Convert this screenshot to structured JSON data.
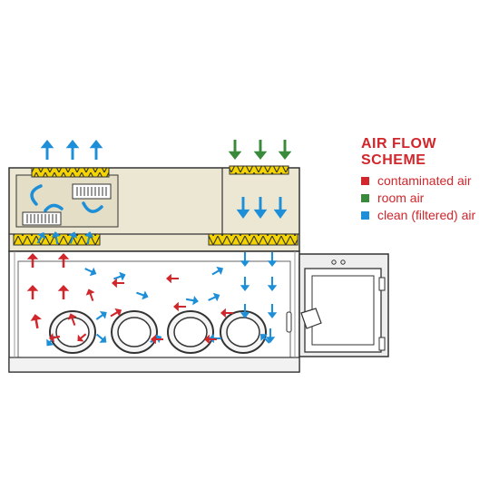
{
  "legend": {
    "title": "AIR FLOW SCHEME",
    "items": [
      {
        "label": "contaminated air",
        "color": "#d1262b",
        "icon": "red-square-icon"
      },
      {
        "label": "room air",
        "color": "#3a8a3c",
        "icon": "green-square-icon"
      },
      {
        "label": "clean (filtered) air",
        "color": "#1d8ed8",
        "icon": "blue-square-icon"
      }
    ]
  },
  "colors": {
    "cabinet_fill": "#ece7d3",
    "chamber_fill": "#ffffff",
    "outline": "#333333",
    "filter_fill": "#f4d400",
    "filter_zigzag": "#333333",
    "passbox_fill": "#eeeeee",
    "contaminated": "#d1262b",
    "room": "#3a8a3c",
    "clean": "#1d8ed8"
  }
}
